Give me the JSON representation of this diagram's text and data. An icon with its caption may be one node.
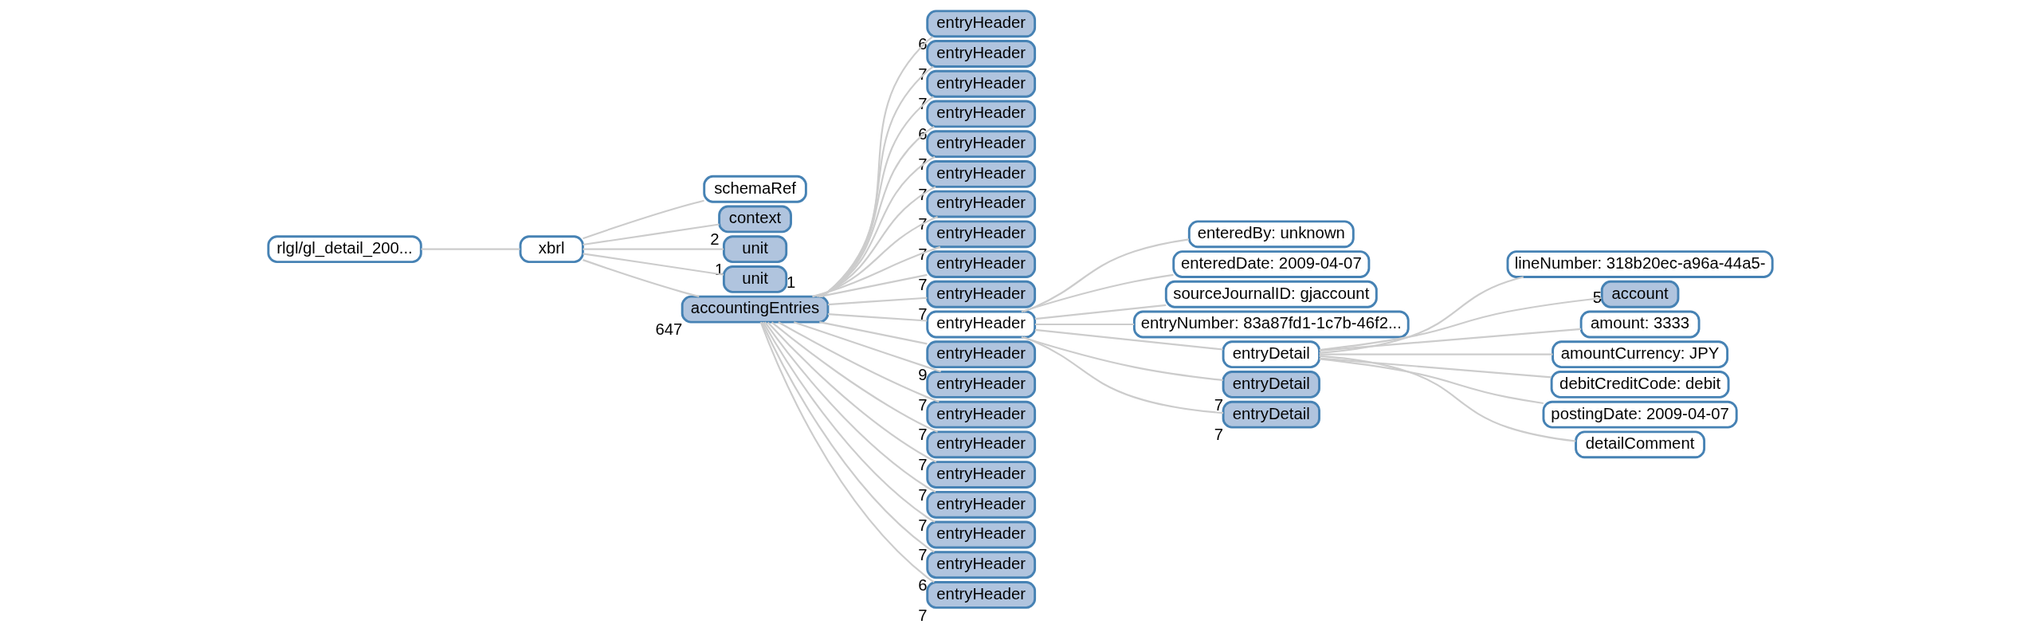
{
  "diagram": {
    "nodes": [
      {
        "text": [
          "rlgl/gl_detail_200..."
        ]
      },
      {
        "text": [
          "xbrl"
        ]
      },
      {
        "text": [
          "schemaRef"
        ]
      },
      {
        "text": [
          "context"
        ],
        "beside": [
          "2"
        ]
      },
      {
        "text": [
          "unit"
        ],
        "beside": [
          "1"
        ]
      },
      {
        "text": [
          "unit"
        ],
        "beside": [
          "1"
        ]
      },
      {
        "text": [
          "accountingEntries"
        ],
        "beside": [
          "647"
        ]
      },
      {
        "text": [
          "entryHeader"
        ],
        "beside": [
          "6"
        ]
      },
      {
        "text": [
          "entryHeader"
        ],
        "beside": [
          "7"
        ]
      },
      {
        "text": [
          "entryHeader"
        ],
        "beside": [
          "7"
        ]
      },
      {
        "text": [
          "entryHeader"
        ],
        "beside": [
          "6"
        ]
      },
      {
        "text": [
          "entryHeader"
        ],
        "beside": [
          "7"
        ]
      },
      {
        "text": [
          "entryHeader"
        ],
        "beside": [
          "7"
        ]
      },
      {
        "text": [
          "entryHeader"
        ],
        "beside": [
          "7"
        ]
      },
      {
        "text": [
          "entryHeader"
        ],
        "beside": [
          "7"
        ]
      },
      {
        "text": [
          "entryHeader"
        ],
        "beside": [
          "7"
        ]
      },
      {
        "text": [
          "entryHeader"
        ],
        "beside": [
          "7"
        ]
      },
      {
        "text": [
          "entryHeader"
        ]
      },
      {
        "text": [
          "entryHeader"
        ],
        "beside": [
          "9"
        ]
      },
      {
        "text": [
          "entryHeader"
        ],
        "beside": [
          "7"
        ]
      },
      {
        "text": [
          "entryHeader"
        ],
        "beside": [
          "7"
        ]
      },
      {
        "text": [
          "entryHeader"
        ],
        "beside": [
          "7"
        ]
      },
      {
        "text": [
          "entryHeader"
        ],
        "beside": [
          "7"
        ]
      },
      {
        "text": [
          "entryHeader"
        ],
        "beside": [
          "7"
        ]
      },
      {
        "text": [
          "entryHeader"
        ],
        "beside": [
          "7"
        ]
      },
      {
        "text": [
          "entryHeader"
        ],
        "beside": [
          "6"
        ]
      },
      {
        "text": [
          "entryHeader"
        ],
        "beside": [
          "7"
        ]
      },
      {
        "text": [
          "enteredBy: unknown"
        ]
      },
      {
        "text": [
          "enteredDate: 2009-04-07"
        ]
      },
      {
        "text": [
          "sourceJournalID: gjaccount"
        ]
      },
      {
        "text": [
          "entryNumber: 83a87fd1-1c7b-46f2..."
        ]
      },
      {
        "text": [
          "entryDetail"
        ]
      },
      {
        "text": [
          "entryDetail"
        ],
        "beside": [
          "7"
        ]
      },
      {
        "text": [
          "entryDetail"
        ],
        "beside": [
          "7"
        ]
      },
      {
        "text": [
          "lineNumber: 318b20ec-a96a-44a5-"
        ]
      },
      {
        "text": [
          "account"
        ],
        "beside": [
          "5"
        ]
      },
      {
        "text": [
          "amount: 3333"
        ]
      },
      {
        "text": [
          "amountCurrency: JPY"
        ]
      },
      {
        "text": [
          "debitCreditCode: debit"
        ]
      },
      {
        "text": [
          "postingDate: 2009-04-07"
        ]
      },
      {
        "text": [
          "detailComment"
        ]
      }
    ],
    "edges": [
      {
        "from": 0,
        "to": 1,
        "arrow": "none"
      },
      {
        "from": 1,
        "to": 2,
        "arrow": "none"
      },
      {
        "from": 1,
        "to": 3,
        "arrow": "none"
      },
      {
        "from": 1,
        "to": 4,
        "arrow": "none"
      },
      {
        "from": 1,
        "to": 5,
        "arrow": "none"
      },
      {
        "from": 1,
        "to": 6,
        "arrow": "none"
      },
      {
        "from": 6,
        "to": 7,
        "arrow": "none"
      },
      {
        "from": 6,
        "to": 8,
        "arrow": "none"
      },
      {
        "from": 6,
        "to": 9,
        "arrow": "none"
      },
      {
        "from": 6,
        "to": 10,
        "arrow": "none"
      },
      {
        "from": 6,
        "to": 11,
        "arrow": "none"
      },
      {
        "from": 6,
        "to": 12,
        "arrow": "none"
      },
      {
        "from": 6,
        "to": 13,
        "arrow": "none"
      },
      {
        "from": 6,
        "to": 14,
        "arrow": "none"
      },
      {
        "from": 6,
        "to": 15,
        "arrow": "none"
      },
      {
        "from": 6,
        "to": 16,
        "arrow": "none"
      },
      {
        "from": 6,
        "to": 17,
        "arrow": "none"
      },
      {
        "from": 6,
        "to": 18,
        "arrow": "none"
      },
      {
        "from": 6,
        "to": 19,
        "arrow": "none"
      },
      {
        "from": 6,
        "to": 20,
        "arrow": "none"
      },
      {
        "from": 6,
        "to": 21,
        "arrow": "none"
      },
      {
        "from": 6,
        "to": 22,
        "arrow": "none"
      },
      {
        "from": 6,
        "to": 23,
        "arrow": "none"
      },
      {
        "from": 6,
        "to": 24,
        "arrow": "none"
      },
      {
        "from": 6,
        "to": 25,
        "arrow": "none"
      },
      {
        "from": 6,
        "to": 26,
        "arrow": "none"
      },
      {
        "from": 17,
        "to": 27,
        "arrow": "none"
      },
      {
        "from": 17,
        "to": 28,
        "arrow": "none"
      },
      {
        "from": 17,
        "to": 29,
        "arrow": "none"
      },
      {
        "from": 17,
        "to": 30,
        "arrow": "none"
      },
      {
        "from": 17,
        "to": 31,
        "arrow": "none"
      },
      {
        "from": 17,
        "to": 32,
        "arrow": "none"
      },
      {
        "from": 17,
        "to": 33,
        "arrow": "none"
      },
      {
        "from": 31,
        "to": 34,
        "arrow": "none"
      },
      {
        "from": 31,
        "to": 35,
        "arrow": "none"
      },
      {
        "from": 31,
        "to": 36,
        "arrow": "none"
      },
      {
        "from": 31,
        "to": 37,
        "arrow": "none"
      },
      {
        "from": 31,
        "to": 38,
        "arrow": "none"
      },
      {
        "from": 31,
        "to": 39,
        "arrow": "none"
      },
      {
        "from": 31,
        "to": 40,
        "arrow": "none"
      }
    ]
  }
}
